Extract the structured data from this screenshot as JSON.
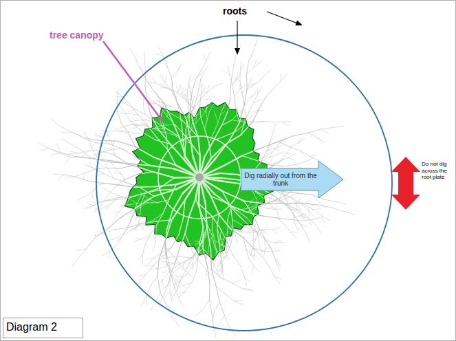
{
  "diagram": {
    "caption": "Diagram 2",
    "nodes": [
      {
        "text": [
          "Dig radially out from the trunk"
        ]
      }
    ],
    "labels": [
      "tree canopy",
      "roots",
      "Do not dig across the root plate"
    ]
  }
}
